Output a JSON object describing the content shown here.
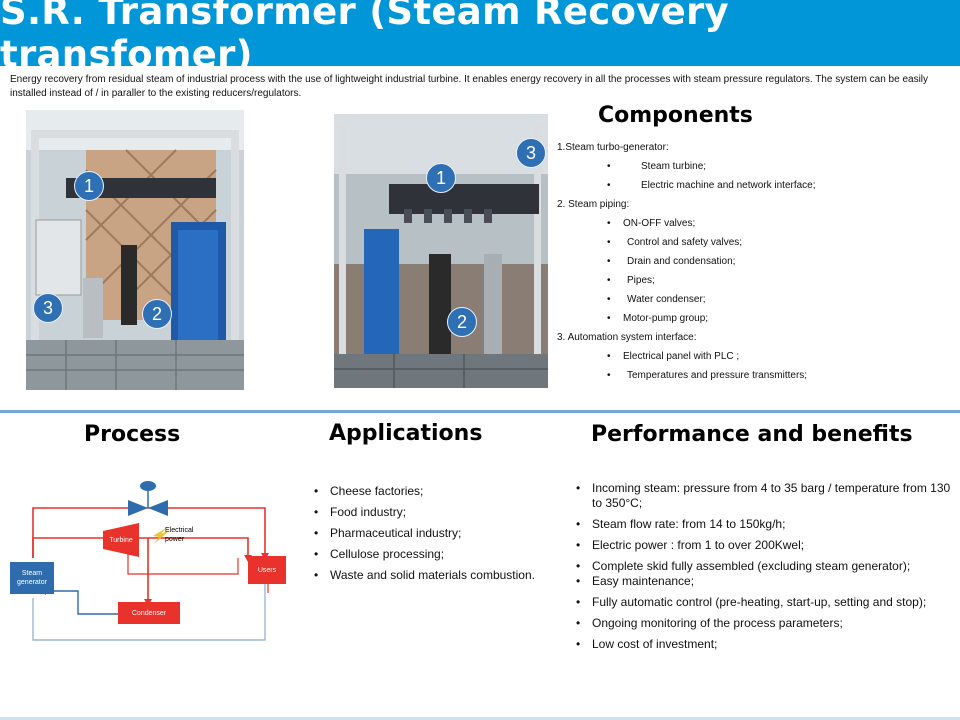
{
  "header": {
    "title": "S.R. Transformer (Steam Recovery transfomer)"
  },
  "intro": "Energy recovery from residual steam of industrial process with the use of lightweight industrial turbine. It enables energy recovery in all the processes with steam pressure regulators. The system can be easily installed instead of / in paraller to the existing reducers/regulators.",
  "photo_left": {
    "markers": [
      "1",
      "2",
      "3"
    ]
  },
  "photo_right": {
    "markers": [
      "1",
      "2",
      "3"
    ]
  },
  "components": {
    "title": "Components",
    "groups": [
      {
        "title": "1.Steam turbo-generator:",
        "items": [
          "Steam turbine;",
          "Electric machine and network interface;"
        ]
      },
      {
        "title": "2. Steam piping:",
        "items": [
          "ON-OFF valves;",
          "Control and safety valves;",
          "Drain and condensation;",
          "Pipes;",
          "Water condenser;",
          "Motor-pump group;"
        ]
      },
      {
        "title": "3. Automation system interface:",
        "items": [
          "Electrical panel with PLC ;",
          "Temperatures and pressure transmitters;"
        ]
      }
    ]
  },
  "process": {
    "title": "Process",
    "labels": {
      "turbine": "Turbine",
      "power": "Electrical power",
      "steam_generator": "Steam generator",
      "users": "Users",
      "condenser": "Condenser"
    },
    "colors": {
      "red": "#e8322b",
      "blue": "#2f6cae"
    }
  },
  "applications": {
    "title": "Applications",
    "items": [
      "Cheese factories;",
      "Food industry;",
      "Pharmaceutical industry;",
      "Cellulose processing;",
      "Waste and solid materials combustion."
    ]
  },
  "performance": {
    "title": "Performance and benefits",
    "items": [
      "Incoming steam:  pressure from 4 to 35 barg / temperature from 130 to 350°C;",
      "Steam flow rate:  from 14 to 150kg/h;",
      "Electric power : from 1 to over 200Kwel;",
      "Complete skid fully assembled (excluding steam generator);",
      "Easy maintenance;",
      "Fully automatic control (pre-heating, start-up, setting and stop);",
      "Ongoing monitoring of the process parameters;",
      "Low cost of investment;"
    ]
  }
}
